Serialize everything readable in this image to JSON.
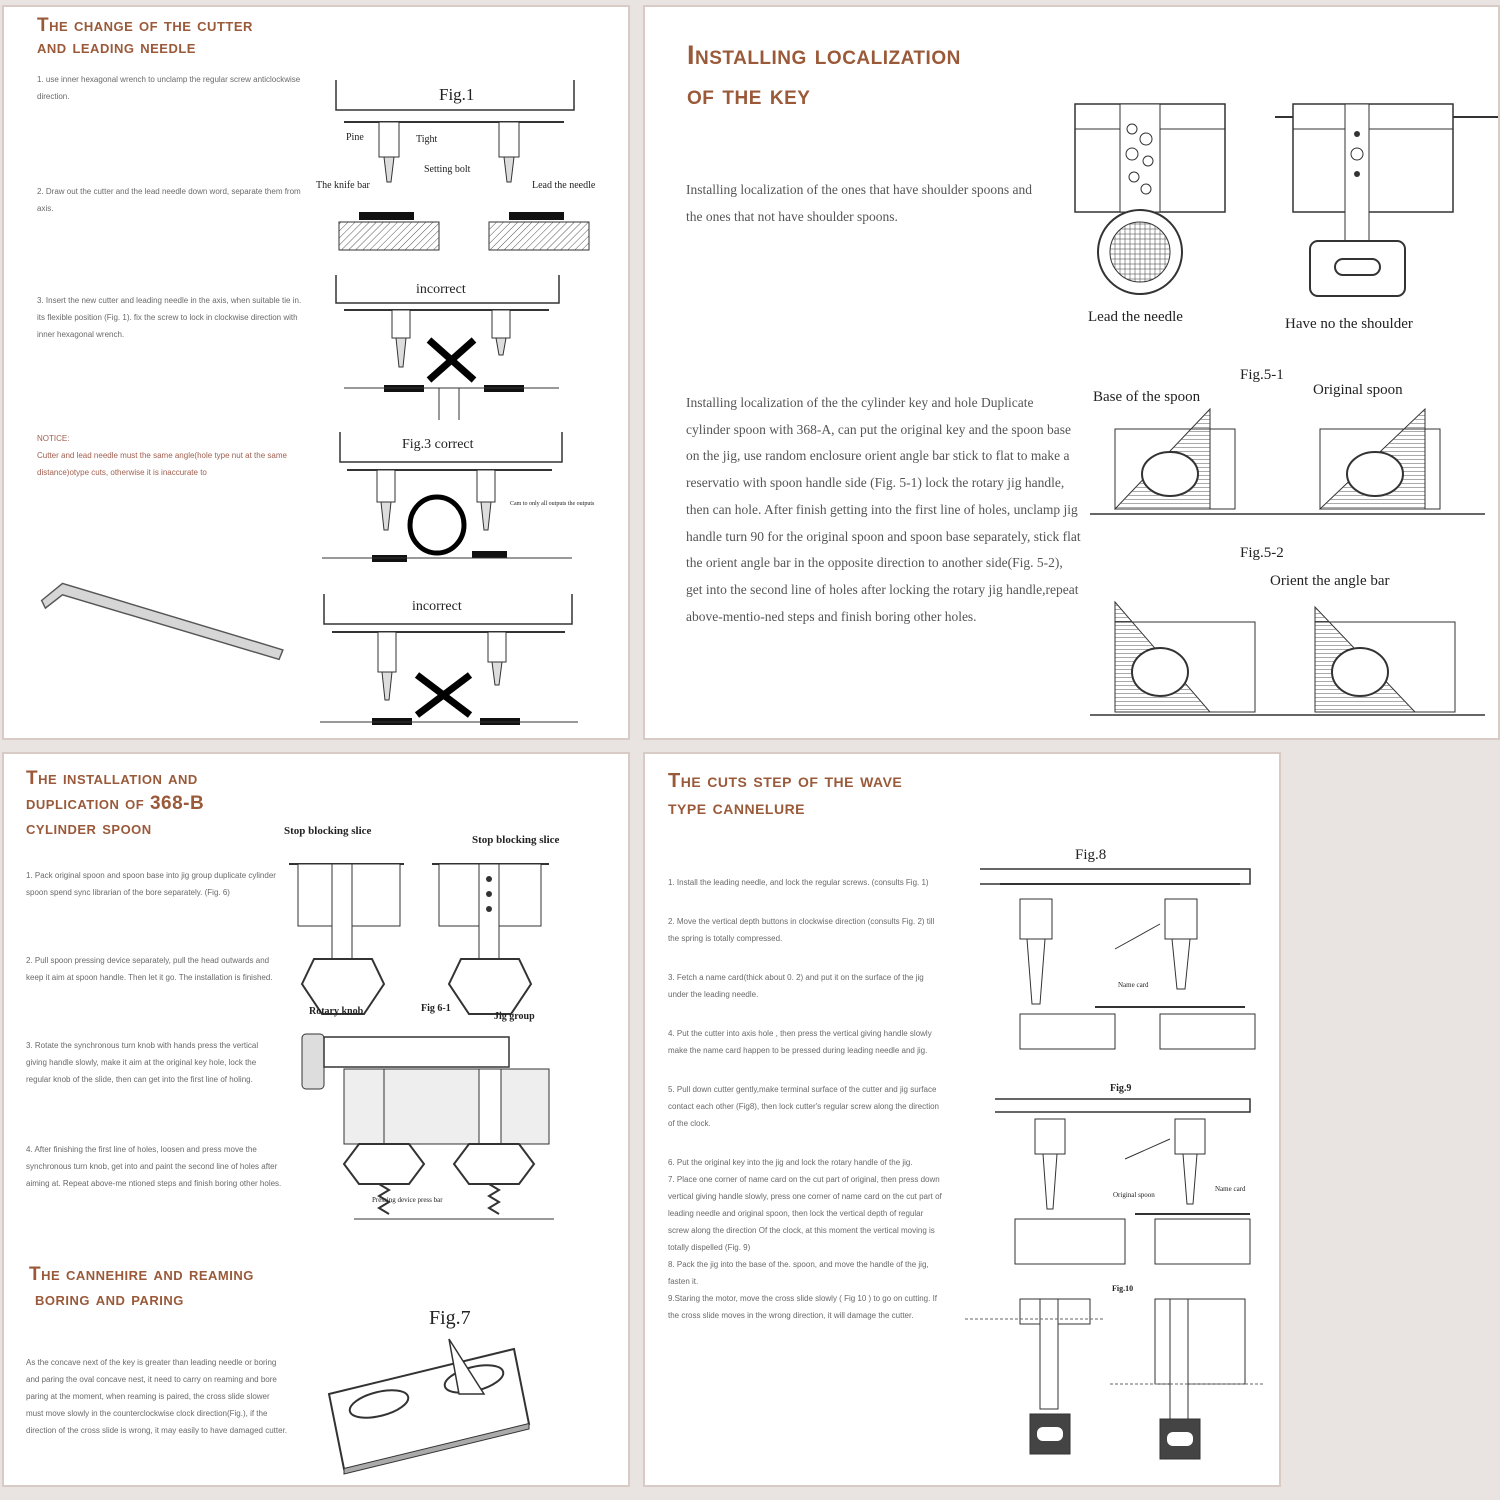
{
  "panel1": {
    "title_line1": "The change of the cutter",
    "title_line2": "and leading needle",
    "step1": "1. use inner hexagonal wrench to unclamp the regular screw anticlockwise direction.",
    "step2": "2. Draw out the cutter and the lead needle down word, separate them from axis.",
    "step3": "3. Insert the new cutter and leading needle in the axis, when suitable tie in. its flexible position (Fig. 1). fix the screw to lock in clockwise direction with inner hexagonal wrench.",
    "notice_title": "NOTICE:",
    "notice_text": "Cutter and lead needle must the same angle(hole type nut at the same distance)otype cuts, otherwise it is inaccurate to",
    "fig1_title": "Fig.1",
    "fig1_pine": "Pine",
    "fig1_tight": "Tight",
    "fig1_setting_bolt": "Setting bolt",
    "fig1_knife_bar": "The knife bar",
    "fig1_lead_needle": "Lead the needle",
    "fig2_title": "incorrect",
    "fig3_title": "Fig.3 correct",
    "fig3_note": "Cam to only all outputs the outputs",
    "fig4_title": "incorrect"
  },
  "panel2": {
    "title_line1": "Installing localization",
    "title_line2": "of the key",
    "intro": "Installing localization of the ones that have shoulder spoons and the ones that not have shoulder spoons.",
    "body": "Installing localization of the the cylinder key and hole Duplicate cylinder spoon with 368-A, can put the original key and the spoon base on the jig, use random enclosure orient angle bar stick to flat to make a reservatio with spoon handle side (Fig. 5-1) lock the rotary jig handle, then can hole. After finish getting into the first line of holes, unclamp jig handle turn 90 for the original spoon and spoon base separately, stick flat the orient angle bar in the opposite direction to another side(Fig. 5-2), get into the second line of holes after locking the rotary jig handle,repeat above-mentio-ned steps and finish boring other holes.",
    "label_lead": "Lead the needle",
    "label_no_shoulder": "Have no the shoulder",
    "fig51": "Fig.5-1",
    "label_base": "Base of the spoon",
    "label_original": "Original spoon",
    "fig52": "Fig.5-2",
    "label_orient": "Orient the angle bar"
  },
  "panel3": {
    "title_line1": "The installation and",
    "title_line2": "duplication of 368-B",
    "title_line3": "cylinder spoon",
    "step1": "1. Pack original spoon and spoon base into jig group duplicate cylinder spoon spend sync librarian of the bore separately. (Fig. 6)",
    "step2": "2. Pull spoon pressing device separately, pull the head outwards and keep it aim at spoon handle. Then let it go. The installation is finished.",
    "step3": "3. Rotate the synchronous turn knob with hands press the vertical giving handle slowly, make it aim at the original key hole, lock the regular knob of the slide, then can get into the first line of holing.",
    "step4": "4. After finishing the first line of holes, loosen and press move the synchronous turn knob, get into and paint the second line of holes after aiming at. Repeat above-me ntioned steps and finish boring other holes.",
    "label_stop1": "Stop blocking slice",
    "label_stop2": "Stop blocking slice",
    "label_rotary": "Rotary knob",
    "fig61": "Fig 6-1",
    "label_jig": "Jig group",
    "label_press": "Pressing device press bar",
    "title2_line1": "The cannehire and reaming",
    "title2_line2": "boring and paring",
    "fig7": "Fig.7",
    "body2": "As the concave next of the key is greater than leading needle or boring and paring the oval concave nest, it need to carry on reaming and bore paring at the moment, when reaming is paired, the cross slide slower must move slowly in the counterclockwise clock direction(Fig.), if the direction of the cross slide is wrong, it may easily to have damaged cutter."
  },
  "panel4": {
    "title_line1": "The cuts step of the wave",
    "title_line2": "type cannelure",
    "steps": [
      "1. Install the leading needle, and lock the regular screws. (consults Fig. 1)",
      "2. Move the vertical depth buttons in clockwise direction (consults Fig. 2) till the spring is totally compressed.",
      "3. Fetch a name card(thick about 0. 2) and put it on the surface of the jig under the leading needle.",
      "4. Put the cutter into axis hole , then press the vertical giving handle slowly make the name card happen to be pressed during leading needle and jig.",
      "5. Pull down cutter gently,make terminal surface of the cutter and jig surface contact each other (Fig8), then lock cutter's regular screw along the direction of the clock.",
      "6. Put the original key into the jig and lock the rotary handle of the jig.",
      "7. Place one corner of name card on the cut part of original, then press down vertical giving handle slowly, press one corner of name card on the cut part of leading needle and original spoon, then lock the vertical depth of regular screw along the direction Of the clock, at this moment the vertical moving is totally dispelled (Fig. 9)",
      "8. Pack the jig into the base of the. spoon, and move the handle of the jig, fasten it.",
      "9.Staring the motor, move the cross slide slowly ( Fig 10 ) to go on cutting. If the cross slide moves in the wrong direction, it will damage the cutter."
    ],
    "fig8": "Fig.8",
    "name_card1": "Name card",
    "fig9": "Fig.9",
    "original_spoon": "Original spoon",
    "name_card2": "Name card",
    "fig10": "Fig.10"
  },
  "colors": {
    "heading": "#9a5a3a",
    "notice": "#a06050",
    "border": "#d8cbc6"
  }
}
